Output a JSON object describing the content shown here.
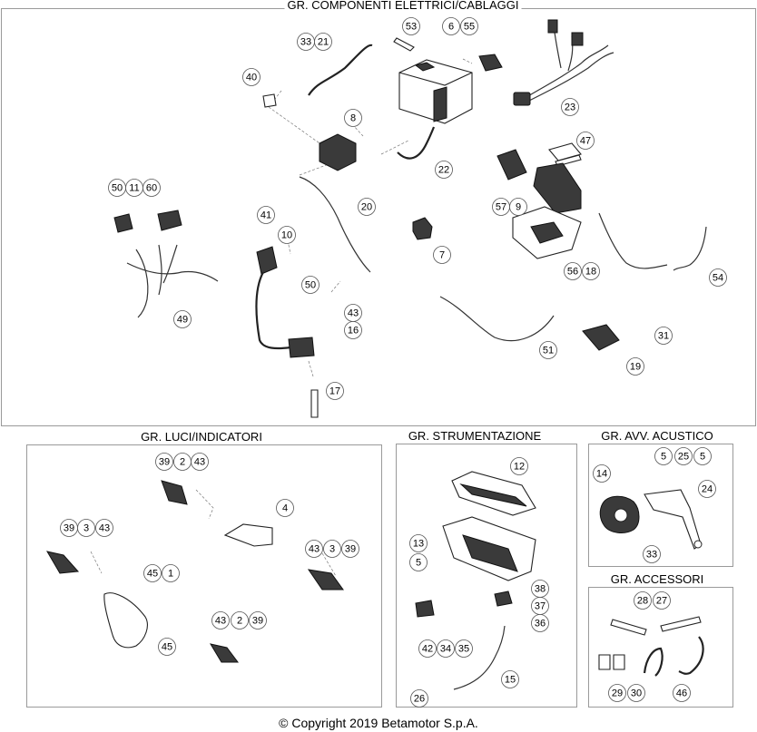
{
  "sections": {
    "elettrici": {
      "title": "GR. COMPONENTI ELETTRICI/CABLAGGI"
    },
    "luci": {
      "title": "GR. LUCI/INDICATORI"
    },
    "strumentazione": {
      "title": "GR. STRUMENTAZIONE"
    },
    "acustico": {
      "title": "GR. AVV. ACUSTICO"
    },
    "accessori": {
      "title": "GR. ACCESSORI"
    }
  },
  "callouts": {
    "elettrici": [
      "53",
      "6",
      "55",
      "33",
      "21",
      "40",
      "23",
      "8",
      "47",
      "22",
      "50",
      "11",
      "60",
      "41",
      "57",
      "9",
      "20",
      "10",
      "7",
      "56",
      "18",
      "54",
      "50",
      "49",
      "43",
      "51",
      "31",
      "16",
      "19",
      "17"
    ],
    "luci": [
      "39",
      "2",
      "43",
      "4",
      "39",
      "3",
      "43",
      "43",
      "3",
      "39",
      "45",
      "1",
      "43",
      "2",
      "39",
      "45"
    ],
    "strumentazione": [
      "12",
      "13",
      "5",
      "38",
      "37",
      "36",
      "42",
      "34",
      "35",
      "15",
      "26"
    ],
    "acustico": [
      "5",
      "25",
      "5",
      "14",
      "24",
      "33"
    ],
    "accessori": [
      "28",
      "27",
      "29",
      "30",
      "46"
    ]
  },
  "copyright": "© Copyright 2019 Betamotor S.p.A."
}
